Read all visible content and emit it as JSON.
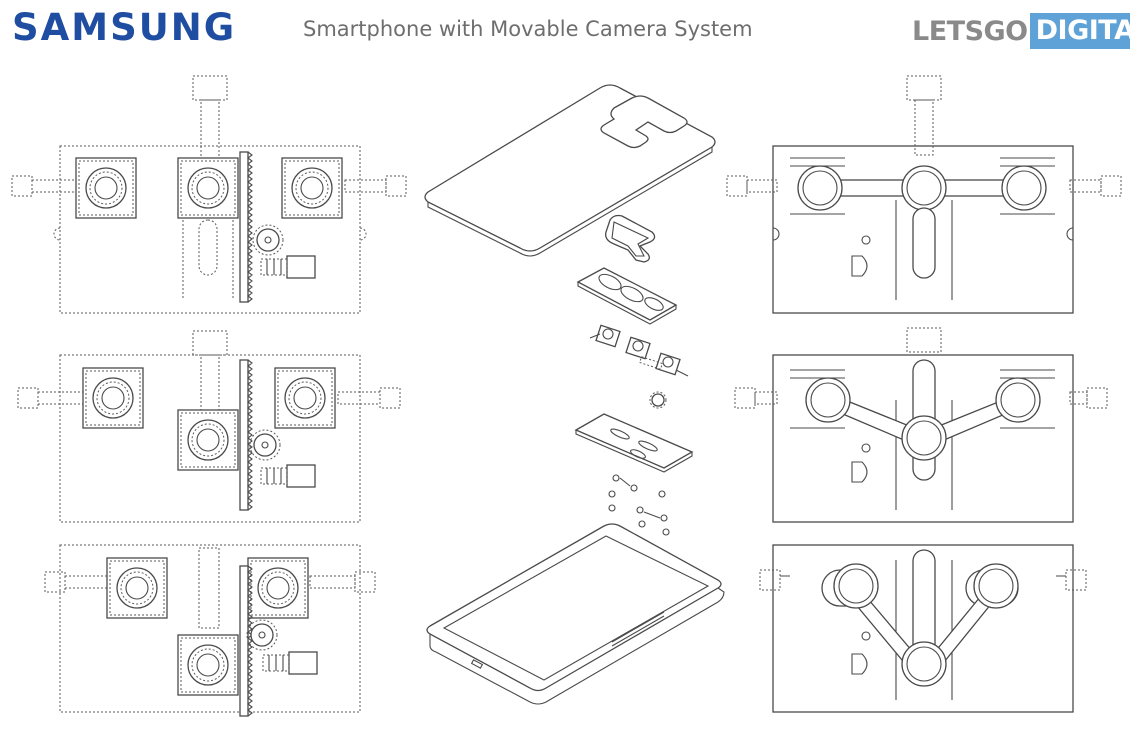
{
  "header": {
    "brand": "SAMSUNG",
    "title": "Smartphone with Movable Camera System",
    "logo_part1": "LETSGO",
    "logo_part2": "DIGITAL"
  },
  "colors": {
    "brand_blue": "#1f4da1",
    "title_gray": "#6e6e6e",
    "logo_gray": "#8a8a8a",
    "logo_blue": "#5ea2d8",
    "line": "#4a4a4a"
  },
  "figures": {
    "left_column": [
      "horizontal-camera-layout",
      "offset-camera-layout",
      "lowered-center-camera-layout"
    ],
    "center": "exploded-phone-view",
    "right_column": [
      "three-lens-in-line",
      "v-shaped-lens-arm",
      "y-shaped-lens-arm"
    ]
  }
}
